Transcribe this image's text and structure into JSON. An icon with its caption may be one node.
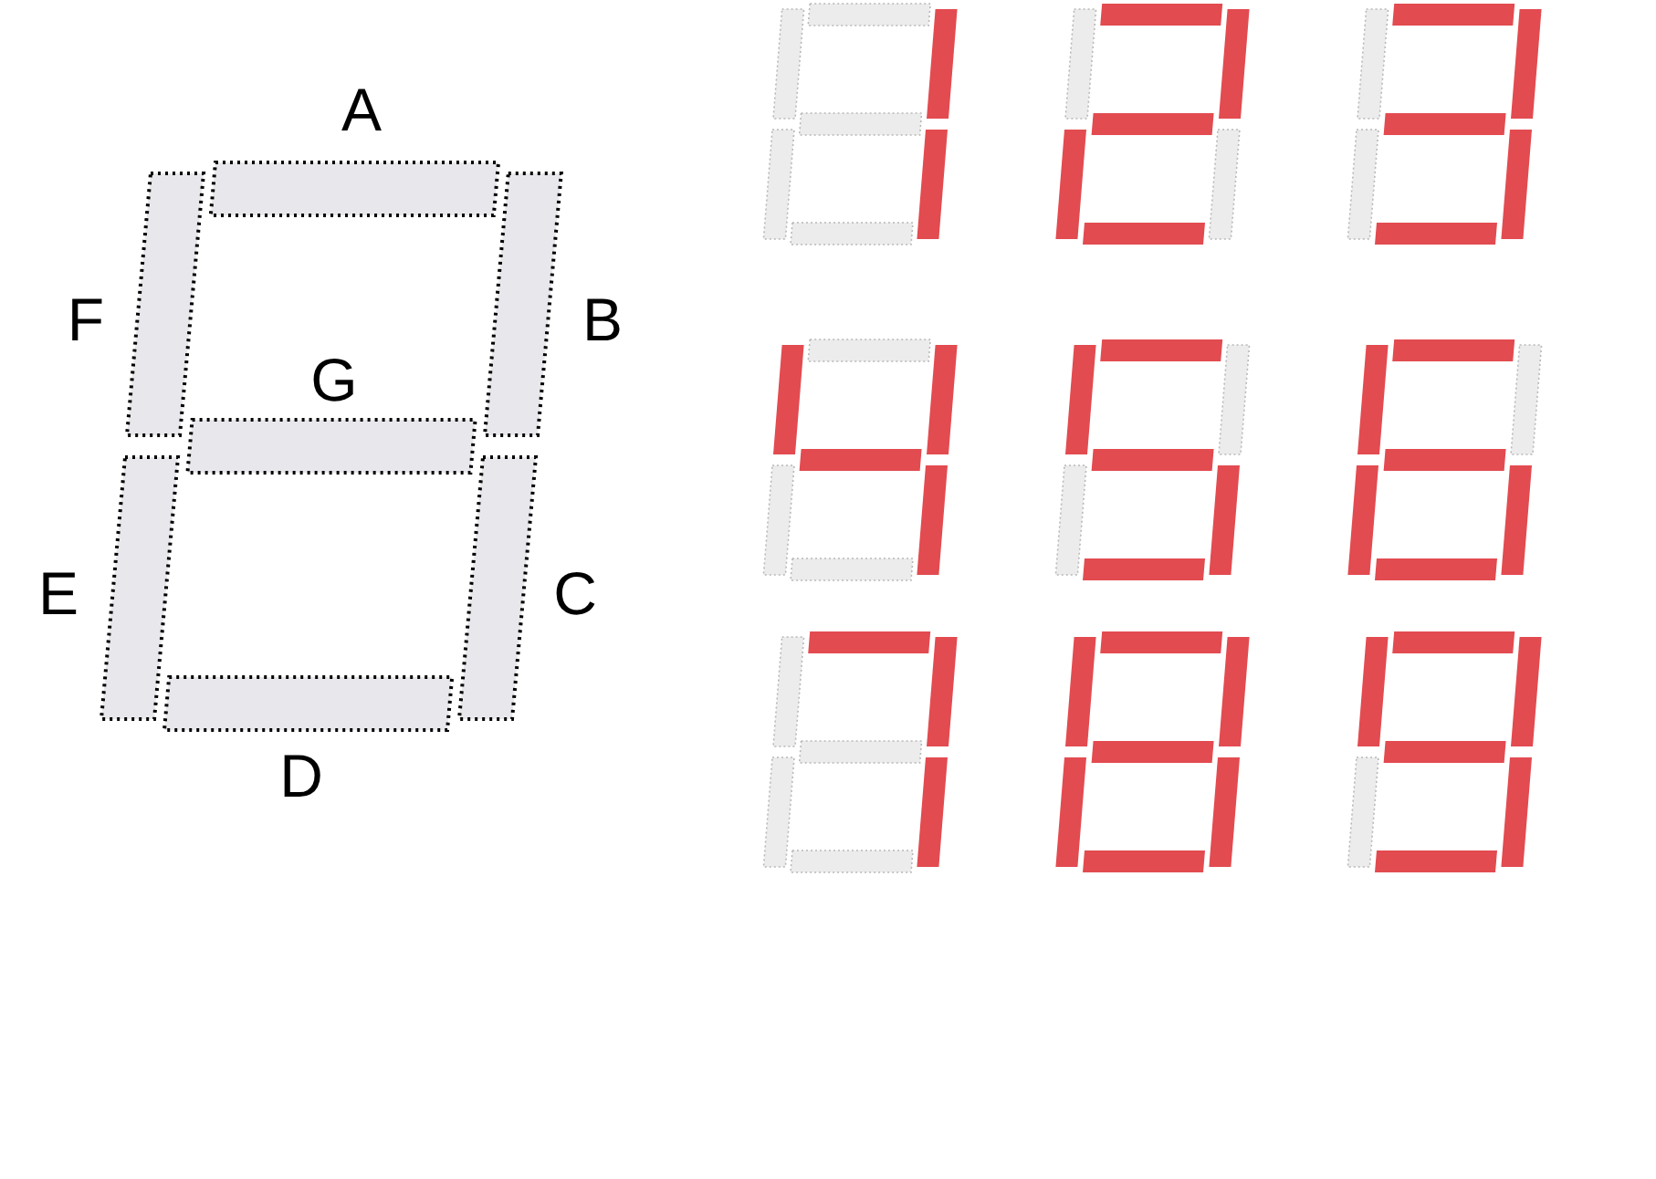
{
  "diagram": {
    "labels": [
      "A",
      "F",
      "B",
      "G",
      "E",
      "C",
      "D"
    ]
  }
}
